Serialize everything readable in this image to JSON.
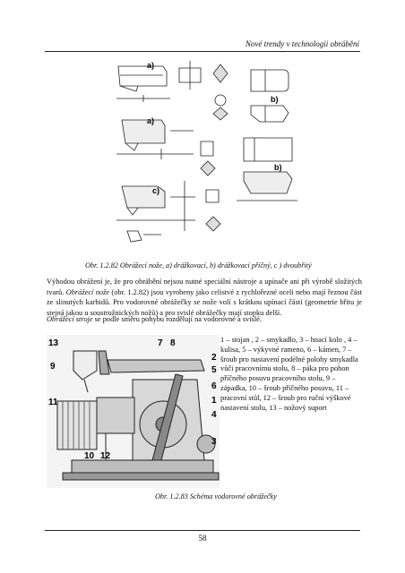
{
  "header": {
    "title": "Nové trendy v technologii obrábění"
  },
  "figure1": {
    "labels": {
      "a1": "a)",
      "b1": "b)",
      "a2": "a)",
      "b2": "b)",
      "c": "c)"
    },
    "caption": "Obr. 1.2.82 Obrážecí nože, a) drážkovací, b) drážkovací příčný, c ) dvoubřitý"
  },
  "paragraph1": {
    "text1": "Výhodou obrážení je, že pro obrábění nejsou nutné speciální nástroje a upínače ani při výrobě složitých tvarů. ",
    "italic": "Obrážecí nože",
    "text2": " (obr. 1.2.82) jsou vyrobeny jako celistvé z rychlořezné oceli nebo mají řeznou část ze slinutých karbidů. Pro vodorovné obrážečky se nože volí s krátkou upínací části (geometrie břitu je stejná jakou u soustružnických nožů) a pro svislé obrážečky mají stopku delší."
  },
  "paragraph2": {
    "italic": "Obrážecí stroje",
    "text": " se podle směru pohybu rozdělují na vodorovné a svislé."
  },
  "figure2": {
    "numbers": {
      "n13": "13",
      "n7": "7",
      "n8": "8",
      "n5": "5",
      "n6": "6",
      "n1": "1",
      "n4": "4",
      "n9": "9",
      "n11": "11",
      "n3": "3",
      "n10": "10",
      "n12": "12",
      "n2": "2"
    },
    "caption": "Obr. 1.2.83 Schéma vodorovné obrážečky"
  },
  "legend": {
    "text": "1 – stojan , 2 – smykadlo, 3 – hnací kolo , 4 – kulisa, 5 – výkyvné rameno, 6 – kámen, 7 – šroub pro nastavení podélné polohy smykadla vůči pracovnímu stolu, 8 – páka pro pohon příčného posuvu pracovního stolu, 9 – západka, 10 – šroub příčného posuvu, 11 – pracovní stůl, 12 – šroub pro ruční výškové nastavení stolu, 13 – nožový suport"
  },
  "footer": {
    "page_number": "58"
  }
}
